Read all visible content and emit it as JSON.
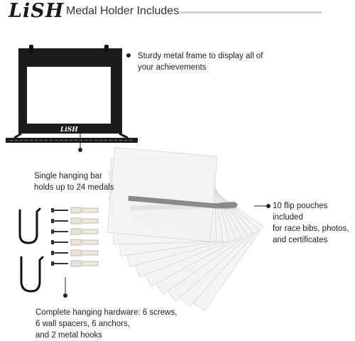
{
  "brand": {
    "logo_text": "LiSH",
    "frame_logo_text": "LiSH"
  },
  "header": {
    "title": "Medal Holder Includes"
  },
  "captions": {
    "frame": [
      "Sturdy metal frame to display all of",
      "your achievements"
    ],
    "hanging_bar": [
      "Single hanging bar",
      "holds up to 24 medals"
    ],
    "pouches": [
      "10 flip pouches included",
      "for race bibs, photos,",
      "and certificates"
    ],
    "hardware": [
      "Complete hanging hardware: 6 screws,",
      "6 wall spacers, 6 anchors,",
      "and 2 metal hooks"
    ]
  },
  "colors": {
    "frame": "#1b1b1b",
    "rule": "#cfcfcf",
    "pouch_strip": "#8a8a8a",
    "pouch_sheet": "#f4f4f4"
  },
  "counts": {
    "pouches": 10,
    "screws": 6,
    "wall_spacers": 6,
    "anchors": 6,
    "hooks": 2
  }
}
